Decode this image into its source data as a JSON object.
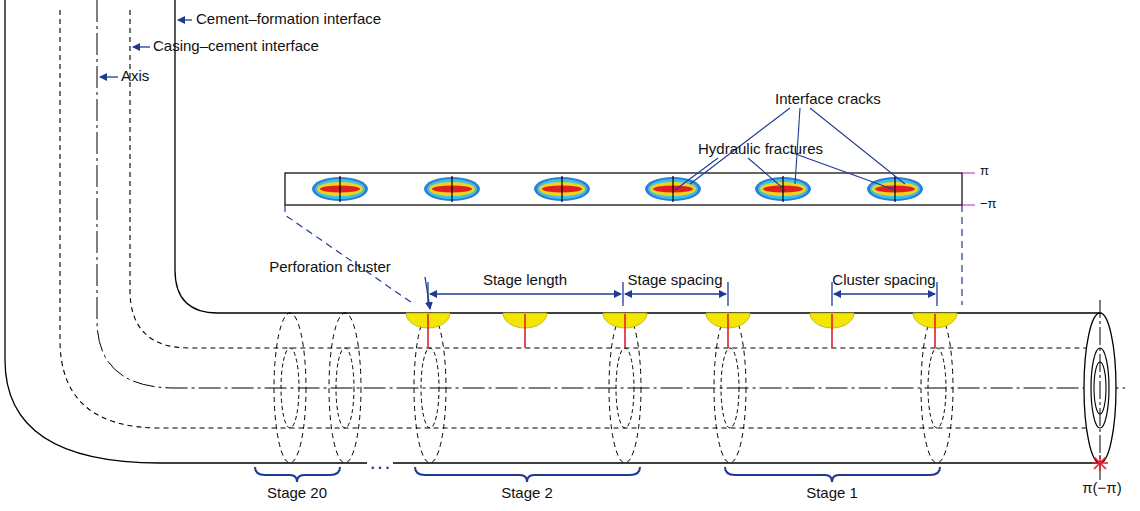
{
  "diagram": {
    "labels": [
      "Cement–formation interface",
      "Casing–cement interface",
      "Axis",
      "Interface cracks",
      "π",
      "−π",
      "Hydraulic fractures",
      "Perforation cluster",
      "Stage length",
      "Stage spacing",
      "Cluster spacing",
      "Stage 20",
      "···",
      "Stage 2",
      "Stage 1",
      "π(−π)"
    ]
  }
}
